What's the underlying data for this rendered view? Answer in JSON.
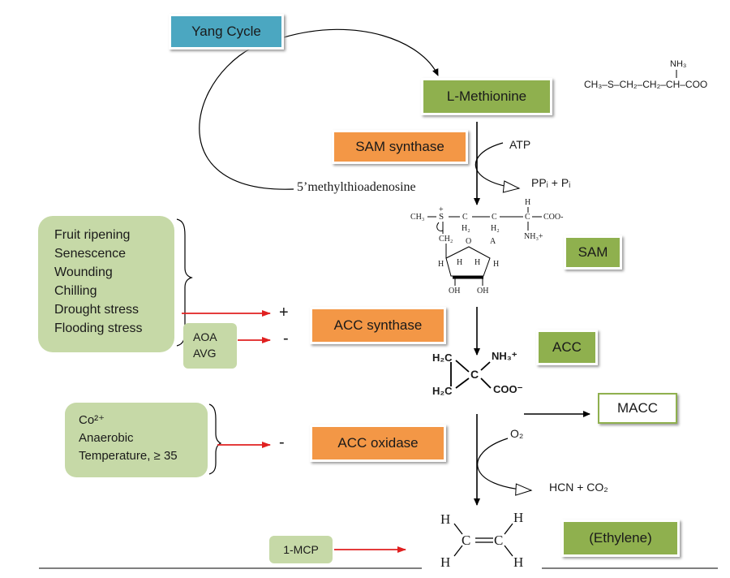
{
  "pathway": {
    "yang_cycle": "Yang Cycle",
    "methionine": "L-Methionine",
    "sam_synthase": "SAM synthase",
    "atp": "ATP",
    "ppi_pi": "PPᵢ + Pᵢ",
    "mta": "5’methylthioadenosine",
    "sam": "SAM",
    "acc_synthase": "ACC synthase",
    "acc": "ACC",
    "macc": "MACC",
    "acc_oxidase": "ACC oxidase",
    "o2": "O₂",
    "hcn_co2": "HCN + CO₂",
    "ethylene": "(Ethylene)"
  },
  "stimulators": {
    "items": [
      "Fruit ripening",
      "Senescence",
      "Wounding",
      "Chilling",
      "Drought stress",
      "Flooding stress"
    ],
    "sign": "+"
  },
  "inhibitors_synthase": {
    "items": [
      "AOA",
      "AVG"
    ],
    "sign": "-"
  },
  "inhibitors_oxidase": {
    "items": [
      "Co²⁺",
      "Anaerobic",
      "Temperature, ≥ 35"
    ],
    "sign": "-"
  },
  "mcp": "1-MCP",
  "structures": {
    "methionine_formula": "CH₃–S–CH₂–CH₂–CH–COO",
    "methionine_nh3": "NH₃",
    "sam_ch3": "CH₃",
    "sam_s": "S",
    "sam_c": "C",
    "sam_h2": "H₂",
    "sam_h": "H",
    "sam_coo": "COO-",
    "sam_nh3": "NH₃+",
    "sam_ch2": "CH₂",
    "sam_o": "O",
    "sam_a": "A",
    "sam_oh": "OH",
    "sam_plus": "+",
    "acc_h2c": "H₂C",
    "acc_c": "C",
    "acc_nh3": "NH₃⁺",
    "acc_coo": "COO⁻",
    "eth_h": "H",
    "eth_c": "C"
  }
}
